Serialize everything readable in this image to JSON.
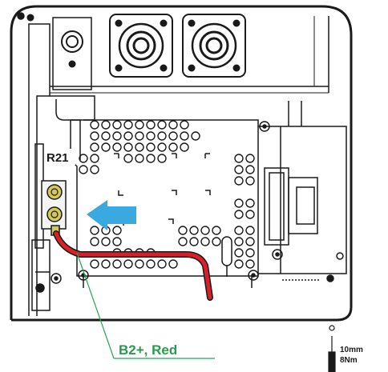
{
  "diagram": {
    "terminal_label": "R21",
    "cable_label": "B2+, Red",
    "tool_size": "10mm",
    "tool_torque": "8Nm",
    "colors": {
      "cable": "#d8202a",
      "arrow": "#39a9e0",
      "callout_line": "#1fa65a",
      "callout_text": "#2a9a4e",
      "terminal": "#d4c85a"
    }
  }
}
